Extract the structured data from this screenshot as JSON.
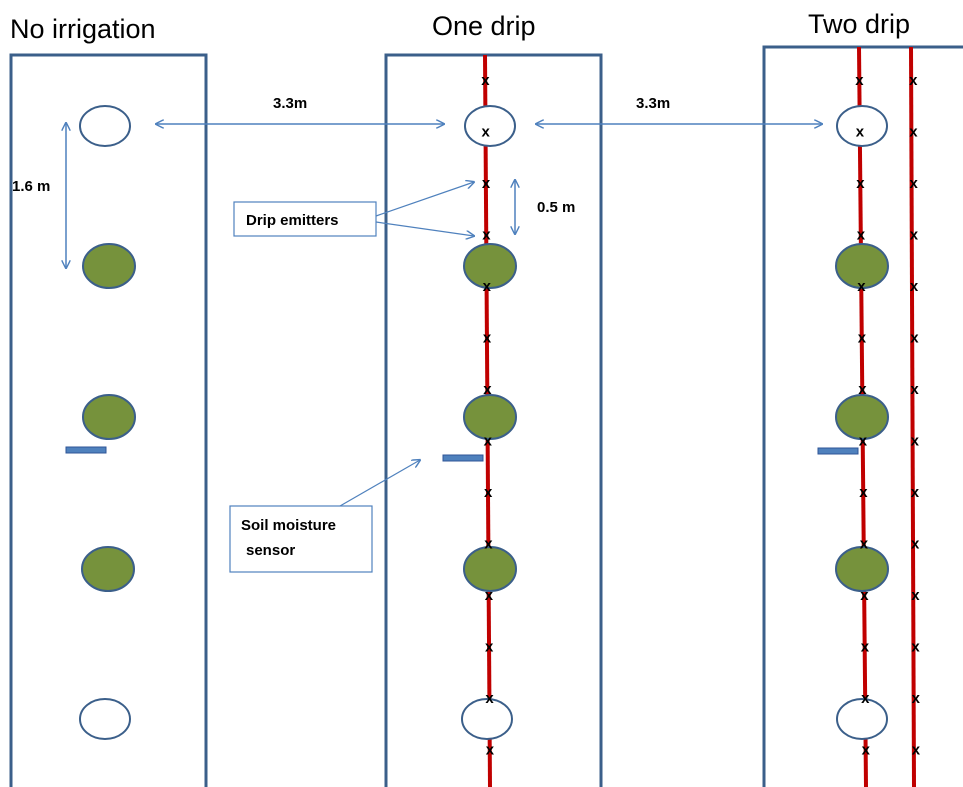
{
  "titles": {
    "no_irrigation": "No irrigation",
    "one_drip": "One drip",
    "two_drip": "Two drip"
  },
  "dimensions": {
    "row_spacing_left": "3.3m",
    "row_spacing_right": "3.3m",
    "tree_spacing": "1.6 m",
    "emitter_spacing": "0.5 m"
  },
  "callouts": {
    "drip_emitters": "Drip emitters",
    "soil_moisture_line1": "Soil moisture",
    "soil_moisture_line2": "sensor"
  },
  "emitter_mark": "x",
  "colors": {
    "row_border": "#3B5F8A",
    "tree_fill": "#76923C",
    "drip_line": "#C00000",
    "arrow": "#4F81BD",
    "sensor": "#4F81BD"
  }
}
